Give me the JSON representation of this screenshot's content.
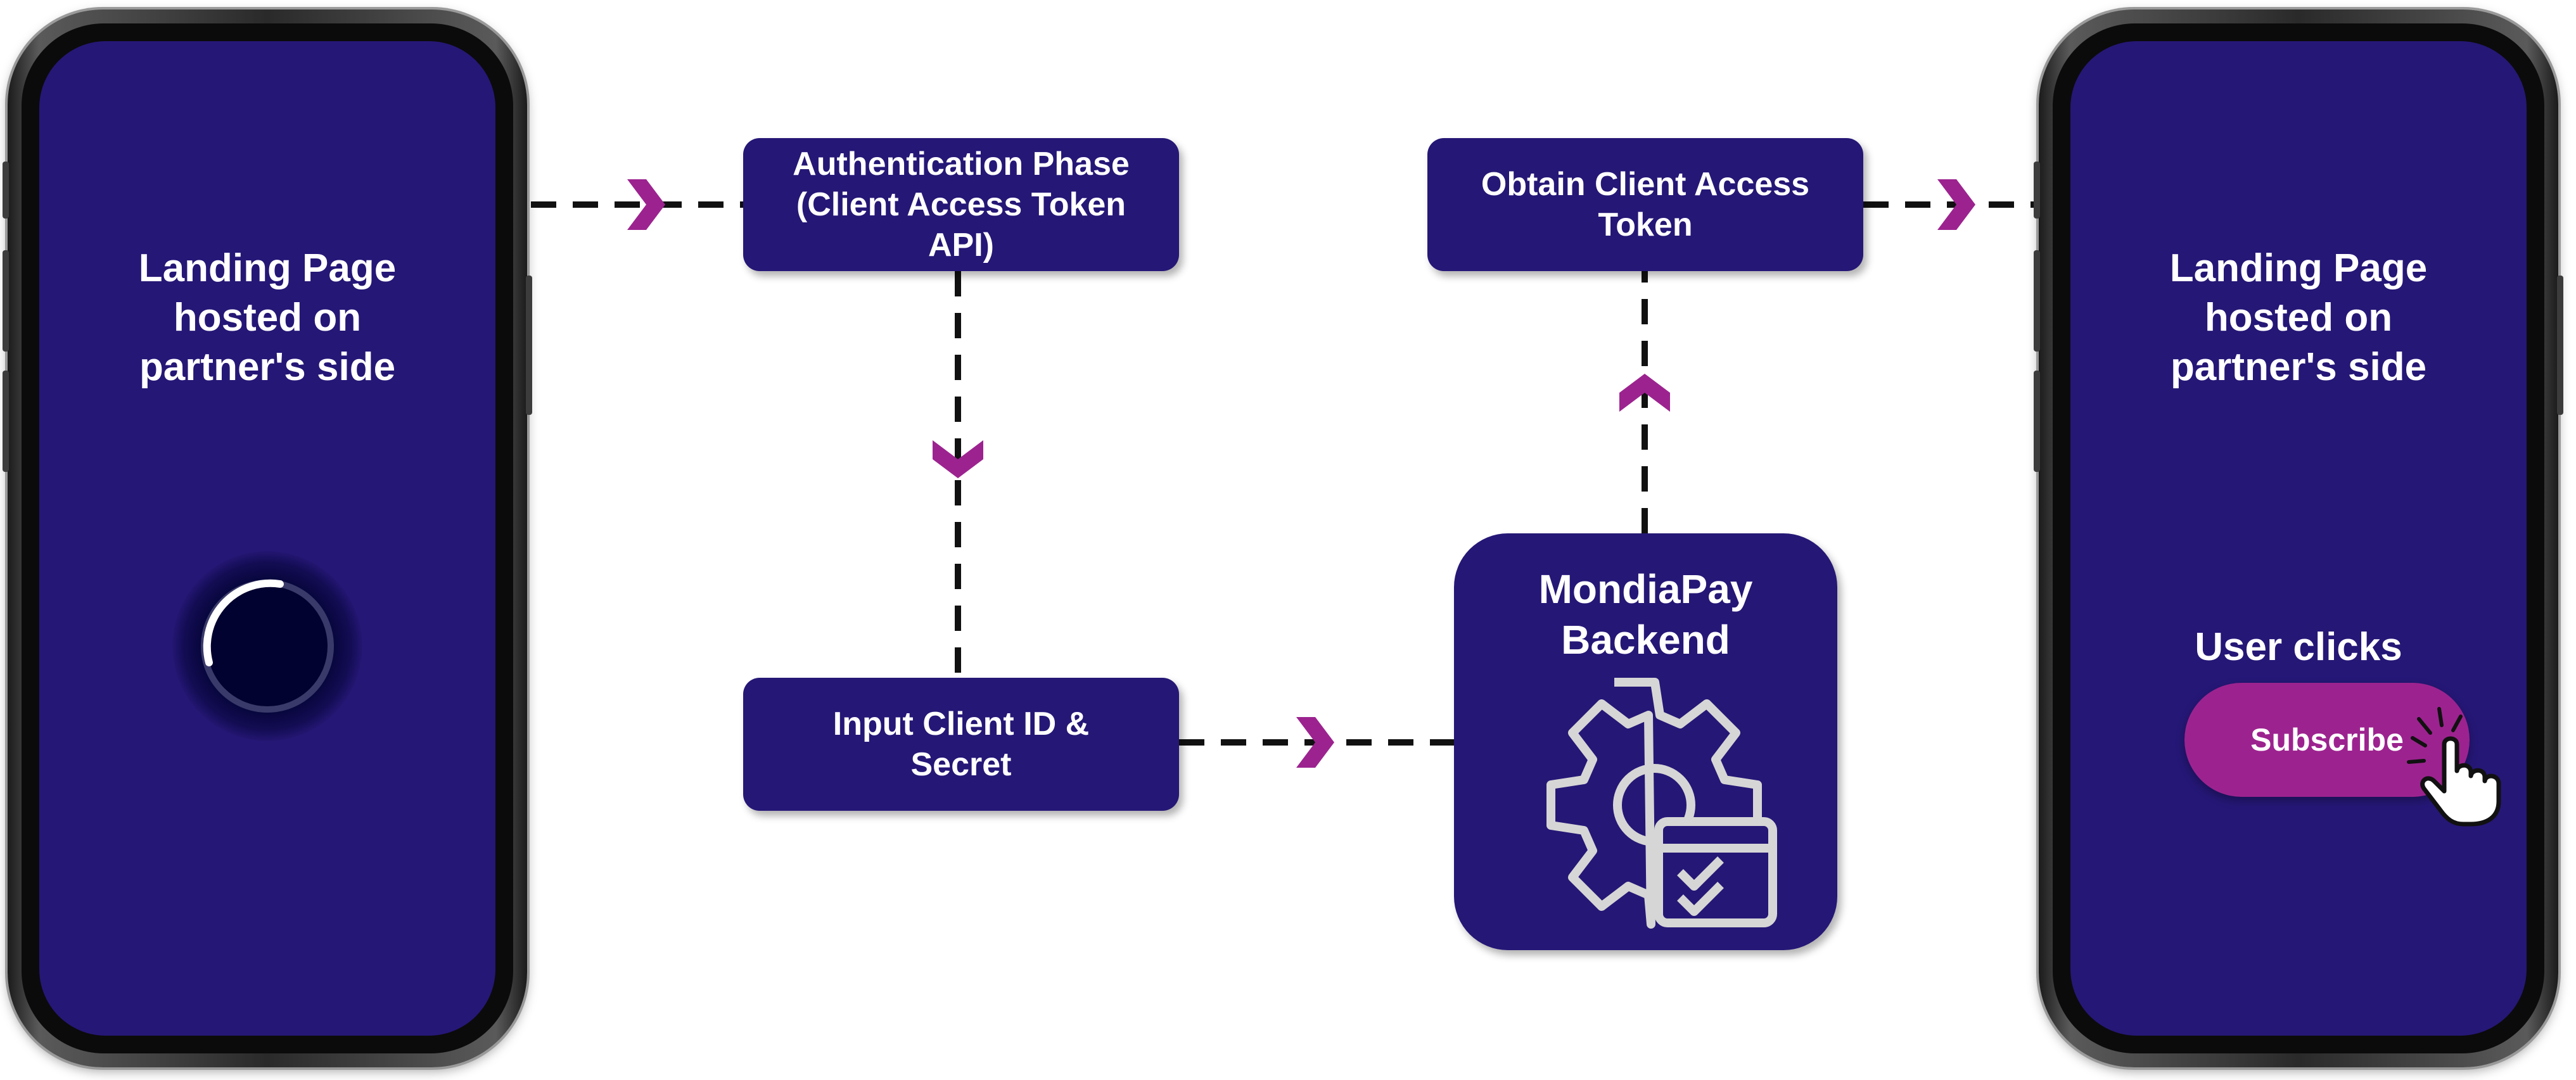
{
  "colors": {
    "screen": "#251776",
    "box": "#251776",
    "accent_arrow": "#9c238f",
    "subscribe_button": "#9c238f",
    "text": "#ffffff",
    "connector": "#111111",
    "icon_stroke": "#d6d6d6"
  },
  "left_phone": {
    "title": "Landing Page\nhosted on\npartner's side",
    "indicator": "loading-spinner-icon"
  },
  "right_phone": {
    "title": "Landing Page\nhosted on\npartner's side",
    "caption": "User clicks",
    "button_label": "Subscribe",
    "indicator": "hand-pointer-icon"
  },
  "steps": {
    "auth": "Authentication Phase\n(Client Access Token\nAPI)",
    "input": "Input Client ID &\nSecret",
    "backend": "MondiaPay\nBackend",
    "obtain": "Obtain Client Access\nToken"
  },
  "backend_icon": "gear-with-checklist-icon",
  "flow": [
    {
      "from": "Landing Page (left)",
      "to": "Authentication Phase"
    },
    {
      "from": "Authentication Phase",
      "to": "Input Client ID & Secret"
    },
    {
      "from": "Input Client ID & Secret",
      "to": "MondiaPay Backend"
    },
    {
      "from": "MondiaPay Backend",
      "to": "Obtain Client Access Token"
    },
    {
      "from": "Obtain Client Access Token",
      "to": "Landing Page (right)"
    }
  ]
}
